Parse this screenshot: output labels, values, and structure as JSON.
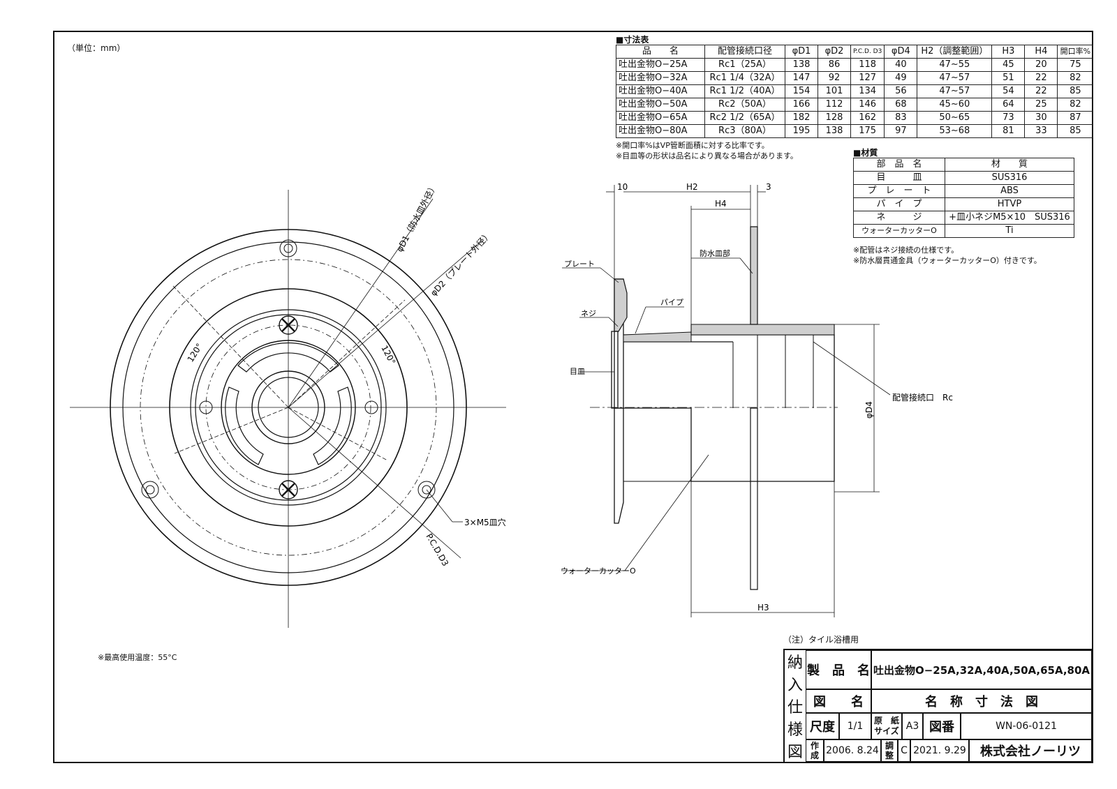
{
  "unit_note": "（単位：mm）",
  "dim_table": {
    "title": "■寸法表",
    "headers": [
      "品　　名",
      "配管接続口径",
      "φD1",
      "φD2",
      "P.C.D. D3",
      "φD4",
      "H2（調整範囲）",
      "H3",
      "H4",
      "開口率%"
    ],
    "rows": [
      [
        "吐出金物O−25A",
        "Rc1（25A）",
        "138",
        "86",
        "118",
        "40",
        "47~55",
        "45",
        "20",
        "75"
      ],
      [
        "吐出金物O−32A",
        "Rc1 1/4（32A）",
        "147",
        "92",
        "127",
        "49",
        "47~57",
        "51",
        "22",
        "82"
      ],
      [
        "吐出金物O−40A",
        "Rc1 1/2（40A）",
        "154",
        "101",
        "134",
        "56",
        "47~57",
        "54",
        "22",
        "85"
      ],
      [
        "吐出金物O−50A",
        "Rc2（50A）",
        "166",
        "112",
        "146",
        "68",
        "45~60",
        "64",
        "25",
        "82"
      ],
      [
        "吐出金物O−65A",
        "Rc2 1/2（65A）",
        "182",
        "128",
        "162",
        "83",
        "50~65",
        "73",
        "30",
        "87"
      ],
      [
        "吐出金物O−80A",
        "Rc3（80A）",
        "195",
        "138",
        "175",
        "97",
        "53~68",
        "81",
        "33",
        "85"
      ]
    ],
    "notes": [
      "※開口率%はVP管断面積に対する比率です。",
      "※目皿等の形状は品名により異なる場合があります。"
    ]
  },
  "mat_table": {
    "title": "■材質",
    "headers": [
      "部　品　名",
      "材　　質"
    ],
    "rows": [
      [
        "目　　　皿",
        "SUS316"
      ],
      [
        "プ　レ　ー　ト",
        "ABS"
      ],
      [
        "パ　イ　プ",
        "HTVP"
      ],
      [
        "ネ　　　ジ",
        "+皿小ネジM5×10　SUS316"
      ],
      [
        "ウォーターカッターO",
        "Ti"
      ]
    ],
    "notes": [
      "※配管はネジ接続の仕様です。",
      "※防水層貫通金具（ウォーターカッターO）付きです。"
    ]
  },
  "front_view": {
    "label_d1": "φD1（防水皿外径）",
    "label_d2": "φD2（プレート外径）",
    "angle1": "120°",
    "angle2": "120°",
    "label_screw_holes": "3×M5皿穴",
    "label_pcd": "P.C.D.D3"
  },
  "side_view": {
    "dim_10": "10",
    "dim_h2": "H2",
    "dim_3": "3",
    "dim_h4": "H4",
    "dim_h3": "H3",
    "dim_d4": "φD4",
    "label_plate": "プレート",
    "label_screw": "ネジ",
    "label_pipe": "パイプ",
    "label_waterproof": "防水皿部",
    "label_strainer": "目皿",
    "label_connection": "配管接続口　Rc",
    "label_cutter": "ウォーターカッターO"
  },
  "max_temp": "※最高使用温度：55°C",
  "usage_note": "（注）タイル浴槽用",
  "title_block": {
    "side_label": [
      "納",
      "入",
      "仕",
      "様",
      "図"
    ],
    "product_name_label": "製　品　名",
    "product_name": "吐出金物O−25A,32A,40A,50A,65A,80A",
    "drawing_name_label": "図　　名",
    "drawing_name": "名　称　寸　法　図",
    "scale_label": "尺度",
    "scale": "1/1",
    "paper_label_1": "原　紙",
    "paper_label_2": "サイズ",
    "paper_size": "A3",
    "drawing_no_label": "図番",
    "drawing_no": "WN-06-0121",
    "created_label_1": "作",
    "created_label_2": "成",
    "created_date": "2006. 8.24",
    "revised_label_1": "調",
    "revised_label_2": "整",
    "revision": "C",
    "revised_date": "2021. 9.29",
    "company": "株式会社ノーリツ"
  },
  "colors": {
    "ink": "#111111",
    "paper": "#ffffff"
  }
}
